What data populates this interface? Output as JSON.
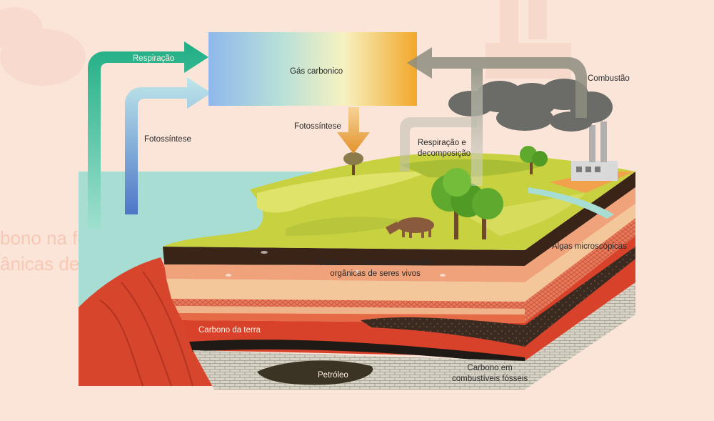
{
  "colors": {
    "background": "#fbe4d8",
    "water": "#a8ddd4",
    "grass": "#c8d13f",
    "respiration_arrow": "#27b386",
    "photosynthesis_arrow": "#5a8fcf",
    "combustion_arrow": "#8d8d80",
    "red_rock": "#d6452c"
  },
  "labels": {
    "respiration": "Respiração",
    "photosynthesis_left": "Fotossíntese",
    "carbon_gas": "Gás carbonico",
    "photosynthesis_center": "Fotossíntese",
    "respiration_decomposition": "Respiração e\ndecomposição",
    "combustion": "Combustão",
    "organic_carbon": "Carbono na forma de moéculas\norgânicas de seres vivos",
    "microalgae": "Algas microscópicas",
    "earth_carbon": "Carbono da terra",
    "petroleum": "Petróleo",
    "fossil_fuels": "Carbono em\ncombustíveis fósseis"
  },
  "background_text": {
    "line1": "bono na form",
    "line2": "ânicas de se"
  }
}
